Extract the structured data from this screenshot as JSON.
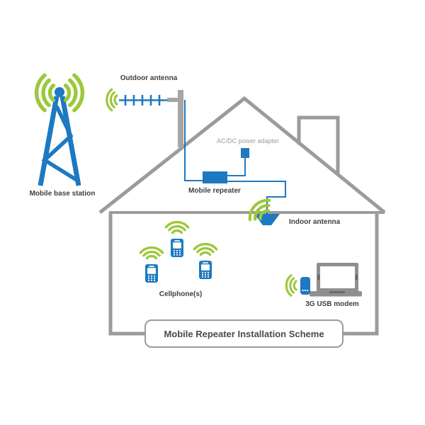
{
  "diagram": {
    "title": "Mobile Repeater Installation Scheme",
    "labels": {
      "mobile_base_station": "Mobile base station",
      "outdoor_antenna": "Outdoor antenna",
      "ac_dc_power_adapter": "AC/DC power adapter",
      "mobile_repeater": "Mobile repeater",
      "indoor_antenna": "Indoor antenna",
      "cellphones": "Cellphone(s)",
      "usb_modem": "3G USB modem"
    },
    "icons": {
      "base_station": "cell-tower-icon",
      "outdoor_antenna": "yagi-antenna-icon",
      "antenna_mast": "mast-icon",
      "power_adapter": "power-adapter-icon",
      "repeater": "repeater-box-icon",
      "indoor_antenna": "ceiling-antenna-icon",
      "cellphone": "cellphone-icon",
      "laptop": "laptop-icon",
      "usb_modem": "usb-dongle-icon",
      "signal_waves": "signal-waves-icon",
      "house": "house-outline"
    },
    "colors": {
      "blue": "#1e79c0",
      "green": "#9cc83b",
      "line_gray": "#9b9b9b",
      "metal_gray": "#a5a5a5",
      "dark_text": "#3f3f3f",
      "light_text": "#9b9b9b"
    }
  }
}
